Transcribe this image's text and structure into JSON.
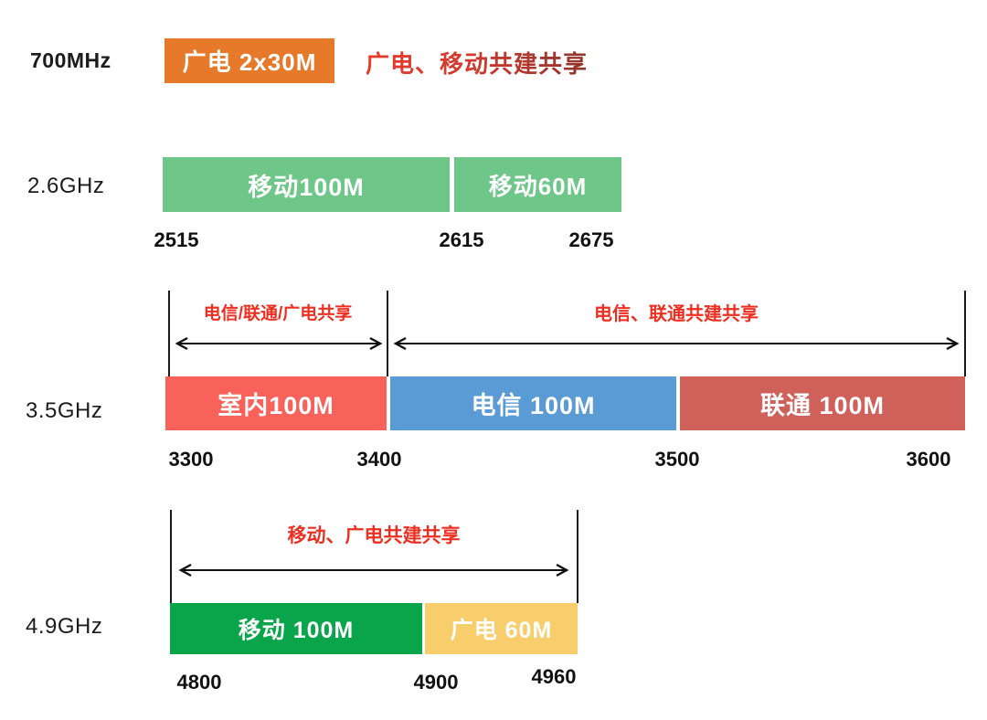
{
  "colors": {
    "orange": "#E7792B",
    "light_green": "#6FC689",
    "coral_red": "#F8625A",
    "blue": "#5B9BD5",
    "brick_red": "#D0605A",
    "dark_green": "#0AA54A",
    "yellow": "#F8CE6D",
    "annotation_text_red": "#ED2F21",
    "note_red": "#D43A2E",
    "tick_text": "#111111",
    "line": "#1A1A1A"
  },
  "bands": [
    {
      "label": "700MHz",
      "blocks": [
        {
          "label": "广电 2x30M",
          "color": "#E7792B"
        }
      ],
      "note": "广电、移动共建共享"
    },
    {
      "label": "2.6GHz",
      "blocks": [
        {
          "label": "移动100M",
          "color": "#6FC689"
        },
        {
          "label": "移动60M",
          "color": "#6FC689"
        }
      ],
      "ticks": [
        "2515",
        "2615",
        "2675"
      ]
    },
    {
      "label": "3.5GHz",
      "annotations": [
        "电信/联通/广电共享",
        "电信、联通共建共享"
      ],
      "blocks": [
        {
          "label": "室内100M",
          "color": "#F8625A"
        },
        {
          "label": "电信 100M",
          "color": "#5B9BD5"
        },
        {
          "label": "联通 100M",
          "color": "#D0605A"
        }
      ],
      "ticks": [
        "3300",
        "3400",
        "3500",
        "3600"
      ]
    },
    {
      "label": "4.9GHz",
      "annotations": [
        "移动、广电共建共享"
      ],
      "blocks": [
        {
          "label": "移动 100M",
          "color": "#0AA54A"
        },
        {
          "label": "广电 60M",
          "color": "#F8CE6D"
        }
      ],
      "ticks": [
        "4800",
        "4900",
        "4960"
      ]
    }
  ]
}
